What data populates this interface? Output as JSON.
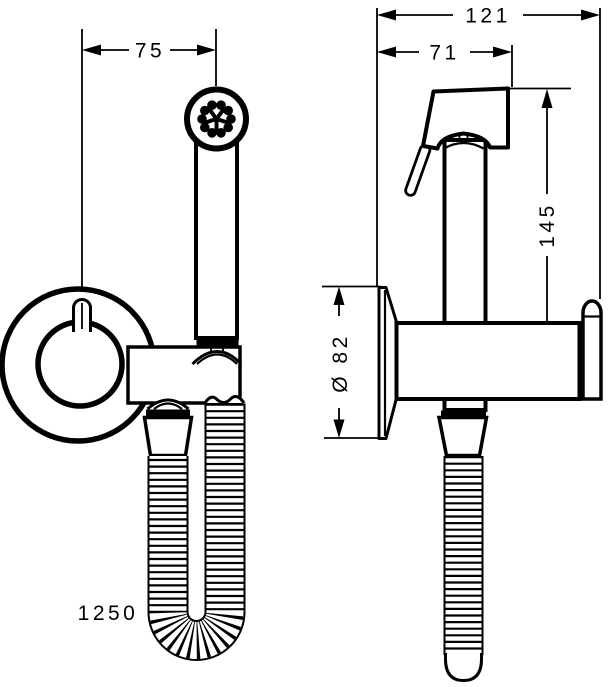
{
  "drawing": {
    "type": "technical-dimension-drawing",
    "views": {
      "front_view": "hand sprayer with wall ring, holder and looped hose",
      "side_view": "hand sprayer on wall plate with holder hook and straight hose"
    },
    "dim_75": "75",
    "dim_121": "121",
    "dim_71": "71",
    "dim_145": "145",
    "dim_diameter": "Ø 82",
    "dim_hose_length": "1250"
  },
  "colors": {
    "line": "#000000",
    "background": "#ffffff"
  }
}
